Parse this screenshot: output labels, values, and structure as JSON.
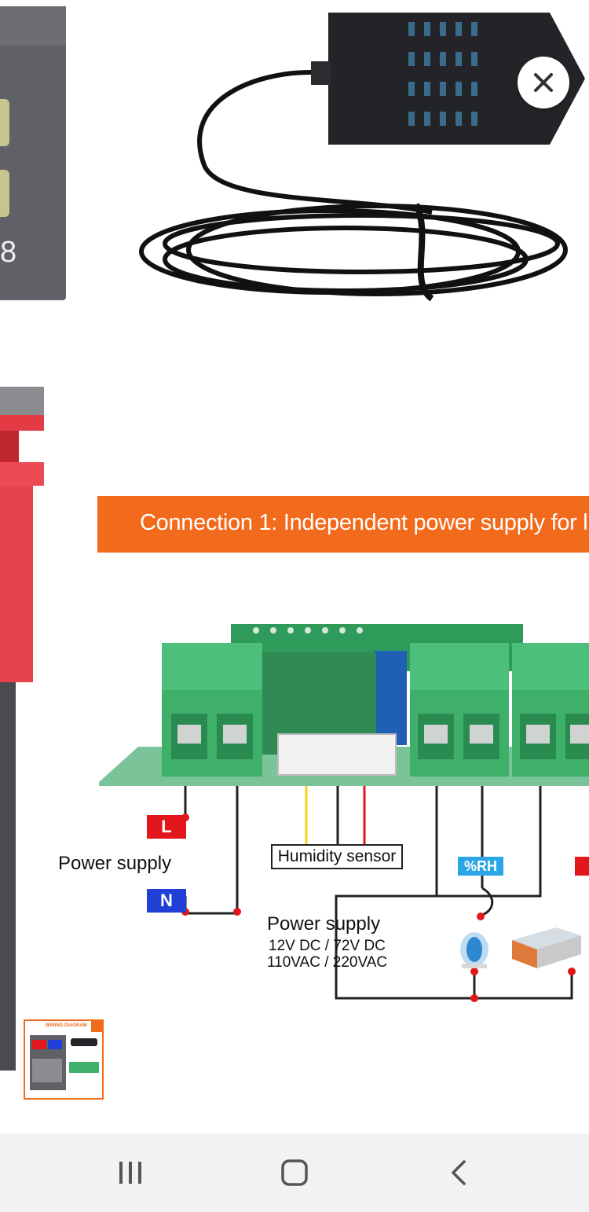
{
  "banner": {
    "text": "Connection 1: Independent power supply for l"
  },
  "labels": {
    "live": "L",
    "neutral": "N",
    "power_supply_left": "Power supply",
    "humidity_sensor": "Humidity sensor",
    "rh": "%RH",
    "power_supply_right": "Power supply",
    "voltage_line1": "12V DC / 72V DC",
    "voltage_line2": "110VAC / 220VAC"
  },
  "controller_digit": "8",
  "thumbnail": {
    "title": "WIRING DIAGRAM"
  },
  "icons": {
    "close": "close-icon",
    "recents": "recents-icon",
    "home": "home-icon",
    "back": "back-icon"
  },
  "colors": {
    "accent_orange": "#f26a1b",
    "live_red": "#e3161b",
    "neutral_blue": "#1f3fd6",
    "rh_blue": "#2aa6e6",
    "pcb_green": "#3fb06a"
  }
}
